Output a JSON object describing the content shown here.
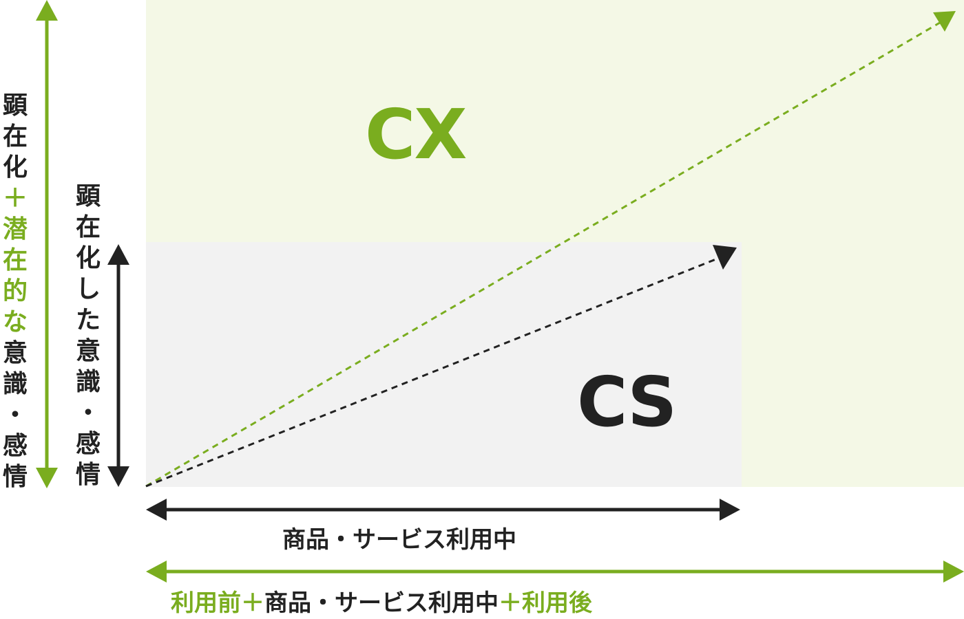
{
  "colors": {
    "accent_green": "#7aad1f",
    "dark": "#222222",
    "cx_region": "#f4f8e6",
    "cs_region": "#f2f2f2"
  },
  "regions": {
    "cx_label": "CX",
    "cs_label": "CS"
  },
  "y_axis_outer": {
    "label_parts": [
      {
        "text": "顕在化",
        "color": "dark"
      },
      {
        "text": "＋潜在的な",
        "color": "green"
      },
      {
        "text": "意識・感情",
        "color": "dark"
      }
    ]
  },
  "y_axis_inner": {
    "label": "顕在化した意識・感情"
  },
  "x_axis_inner": {
    "label": "商品・サービス利用中"
  },
  "x_axis_outer": {
    "label_parts": [
      {
        "text": "利用前＋",
        "color": "green"
      },
      {
        "text": "商品・サービス利用中",
        "color": "dark"
      },
      {
        "text": "＋利用後",
        "color": "green"
      }
    ]
  }
}
